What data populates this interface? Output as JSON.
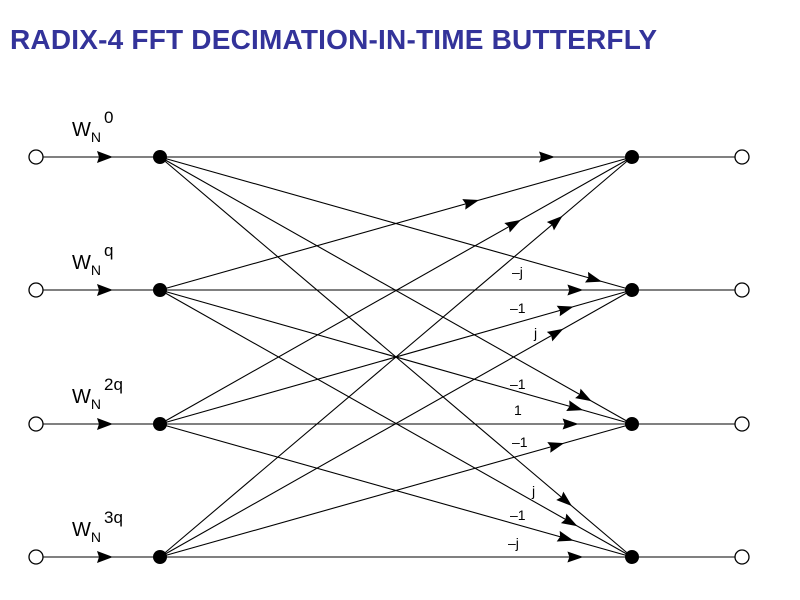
{
  "title": "RADIX-4 FFT DECIMATION-IN-TIME BUTTERFLY",
  "title_color": "#33339a",
  "twiddles": [
    {
      "base": "W",
      "sub": "N",
      "sup": "0"
    },
    {
      "base": "W",
      "sub": "N",
      "sup": "q"
    },
    {
      "base": "W",
      "sub": "N",
      "sup": "2q"
    },
    {
      "base": "W",
      "sub": "N",
      "sup": "3q"
    }
  ],
  "edge_labels": {
    "out1": [
      "–j",
      "–1",
      "j"
    ],
    "out2": [
      "–1",
      "1",
      "–1"
    ],
    "out3": [
      "j",
      "–1",
      "–j"
    ]
  }
}
